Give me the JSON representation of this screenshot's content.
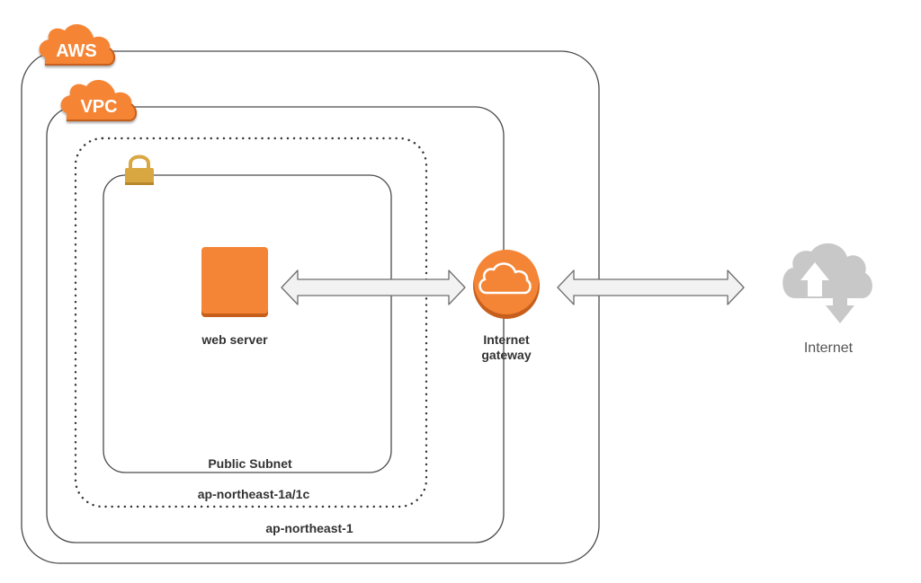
{
  "diagram": {
    "aws_badge": "AWS",
    "vpc_badge": "VPC",
    "region_label": "ap-northeast-1",
    "az_label": "ap-northeast-1a/1c",
    "subnet_label": "Public Subnet",
    "web_server_label": "web server",
    "igw_label_line1": "Internet",
    "igw_label_line2": "gateway",
    "internet_label": "Internet"
  },
  "colors": {
    "aws_orange": "#f58536",
    "orange_dark": "#c65f1c",
    "lock_gold": "#d9a741",
    "internet_gray": "#c8c8c8",
    "arrow_fill": "#f2f2f2",
    "arrow_stroke": "#6e6e6e",
    "border": "#4a4a4a"
  },
  "icons": {
    "aws": "cloud-badge-icon",
    "vpc": "cloud-badge-icon",
    "subnet": "padlock-icon",
    "web_server": "ec2-instance-icon",
    "igw": "internet-gateway-icon",
    "internet": "internet-cloud-icon"
  }
}
